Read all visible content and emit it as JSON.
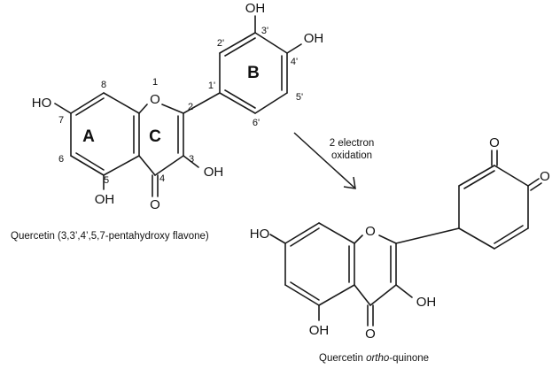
{
  "quercetin": {
    "atoms": {
      "o_ring": "O",
      "oh_7": "HO",
      "oh_5": "OH",
      "oh_3": "OH",
      "o_4": "O",
      "oh_3p": "OH",
      "oh_4p": "OH"
    },
    "positions": {
      "p8": "8",
      "p1": "1",
      "p7": "7",
      "p2": "2",
      "p6": "6",
      "p3": "3",
      "p5": "5",
      "p4": "4",
      "p2p": "2'",
      "p3p": "3'",
      "p1p": "1'",
      "p4p": "4'",
      "p6p": "6'",
      "p5p": "5'"
    },
    "rings": {
      "a": "A",
      "c": "C",
      "b": "B"
    },
    "caption": "Quercetin (3,3’,4’,5,7-pentahydroxy flavone)"
  },
  "reaction": {
    "label_line1": "2 electron",
    "label_line2": "oxidation"
  },
  "quinone": {
    "atoms": {
      "o_ring": "O",
      "oh_7": "HO",
      "oh_5": "OH",
      "oh_3": "OH",
      "o_4": "O",
      "o_3p": "O",
      "o_4p": "O"
    },
    "caption_prefix": "Quercetin ",
    "caption_italic": "ortho",
    "caption_suffix": "-quinone"
  }
}
